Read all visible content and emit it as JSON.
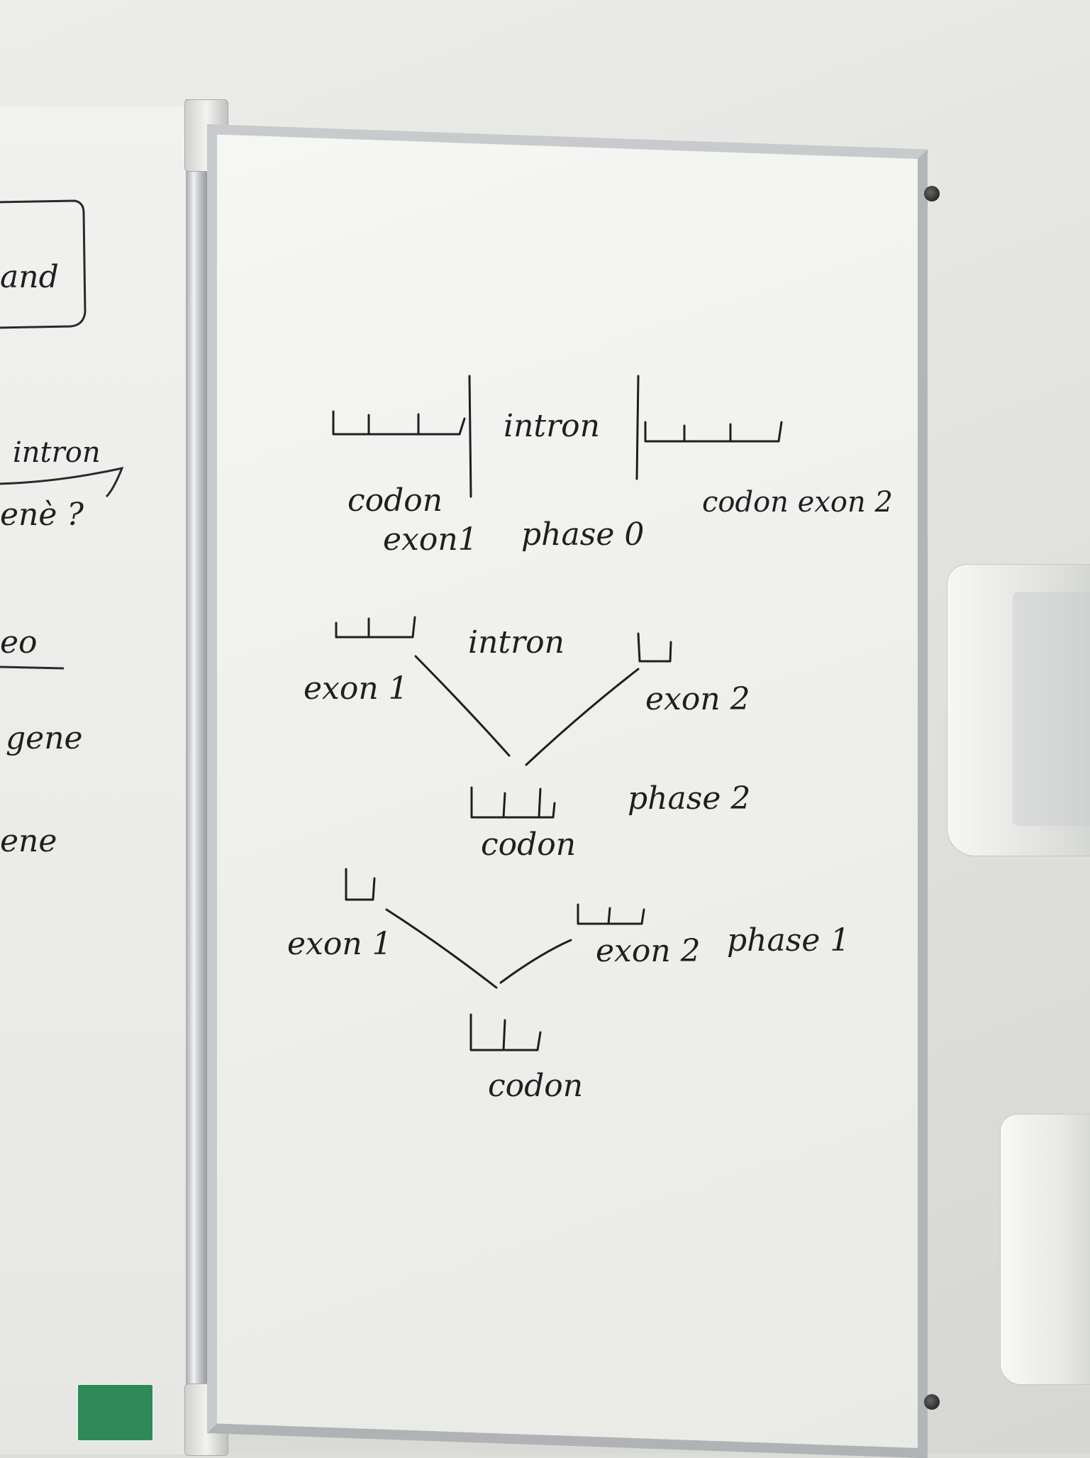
{
  "left_board": {
    "fragments": [
      "and",
      "intron",
      "enè ?",
      "eo",
      "gene",
      "ene"
    ]
  },
  "main_board": {
    "phase0": {
      "codon_left": "codon",
      "exon_left": "exon1",
      "intron": "intron",
      "right": "codon exon 2",
      "phase": "phase 0"
    },
    "phase2": {
      "exon_left": "exon 1",
      "intron": "intron",
      "exon_right": "exon 2",
      "codon": "codon",
      "phase": "phase 2"
    },
    "phase1": {
      "exon_left": "exon 1",
      "exon_right": "exon 2",
      "codon": "codon",
      "phase": "phase 1"
    }
  },
  "colors": {
    "ink": "#1f1f1f",
    "board": "#f2f2ef",
    "frame": "#c8cbcd"
  }
}
